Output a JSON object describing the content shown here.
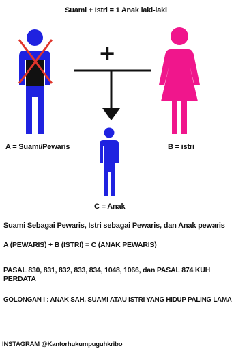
{
  "title": "Suami + Istri = 1 Anak laki-laki",
  "plus_sign": "+",
  "figures": {
    "a": {
      "label": "A = Suami/Pewaris",
      "color": "#1f22e0",
      "crossed_out": true,
      "cross_color": "#e0352b"
    },
    "b": {
      "label": "B = istri",
      "color": "#f0168c"
    },
    "c": {
      "label": "C = Anak",
      "color": "#1f22e0"
    }
  },
  "text": {
    "line1": "Suami Sebagai Pewaris, Istri sebagai Pewaris, dan Anak pewaris",
    "line2": "A (PEWARIS) + B (ISTRI) = C (ANAK PEWARIS)",
    "line3a": "PASAL 830, 831, 832, 833, 834, 1048, 1066, dan PASAL 874 KUH",
    "line3b": "PERDATA",
    "line4": "GOLONGAN I : ANAK SAH, SUAMI ATAU ISTRI YANG HIDUP PALING LAMA",
    "instagram": "INSTAGRAM @Kantorhukumpuguhkribo"
  }
}
